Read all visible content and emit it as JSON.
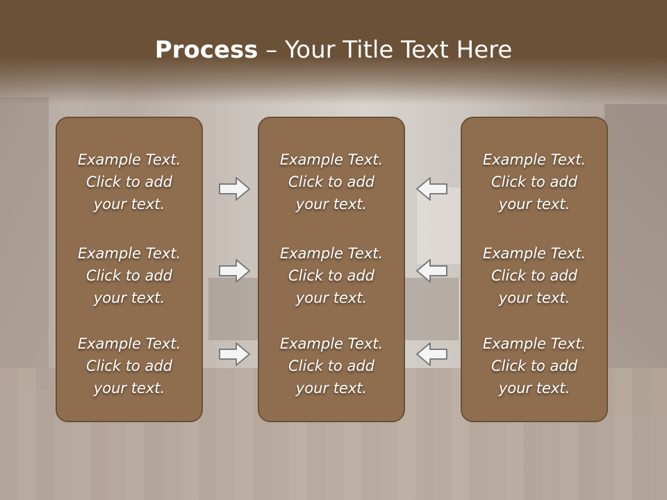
{
  "title": {
    "strong": "Process",
    "rest": " – Your Title Text Here"
  },
  "columns": [
    {
      "items": [
        {
          "l1": "Example Text.",
          "l2": "Click  to add",
          "l3": "your text."
        },
        {
          "l1": "Example Text.",
          "l2": "Click  to add",
          "l3": "your text."
        },
        {
          "l1": "Example Text.",
          "l2": "Click  to add",
          "l3": "your text."
        }
      ]
    },
    {
      "items": [
        {
          "l1": "Example Text.",
          "l2": "Click  to add",
          "l3": "your text."
        },
        {
          "l1": "Example Text.",
          "l2": "Click  to add",
          "l3": "your text."
        },
        {
          "l1": "Example Text.",
          "l2": "Click  to add",
          "l3": "your text."
        }
      ]
    },
    {
      "items": [
        {
          "l1": "Example Text.",
          "l2": "Click  to add",
          "l3": "your text."
        },
        {
          "l1": "Example Text.",
          "l2": "Click  to add",
          "l3": "your text."
        },
        {
          "l1": "Example Text.",
          "l2": "Click  to add",
          "l3": "your text."
        }
      ]
    }
  ],
  "arrows": {
    "left_group_direction": "right",
    "right_group_direction": "left",
    "icon": "outline-arrow-icon"
  },
  "colors": {
    "header": "#6b5138",
    "box_fill": "#8f6e4f",
    "box_border": "#6a4f36",
    "arrow_fill": "#f4f4f4",
    "arrow_stroke": "#7a7a7a"
  }
}
